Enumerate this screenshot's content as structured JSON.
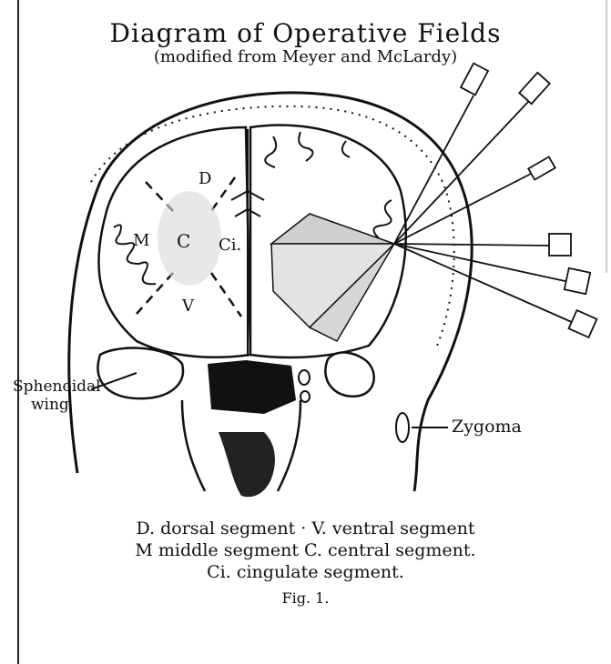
{
  "title": "Diagram of Operative Fields",
  "subtitle": "(modified from Meyer and McLardy)",
  "segment_labels": {
    "dorsal": "D",
    "middle": "M",
    "central": "C",
    "cingulate": "Ci.",
    "ventral": "V"
  },
  "annotations": {
    "sphenoidal_line1": "Sphenoidal",
    "sphenoidal_line2": "wing",
    "zygoma": "Zygoma"
  },
  "legend": {
    "line1": "D. dorsal segment · V. ventral segment",
    "line2": "M middle segment   C. central segment.",
    "line3": "Ci. cingulate segment."
  },
  "figure_label": "Fig. 1."
}
